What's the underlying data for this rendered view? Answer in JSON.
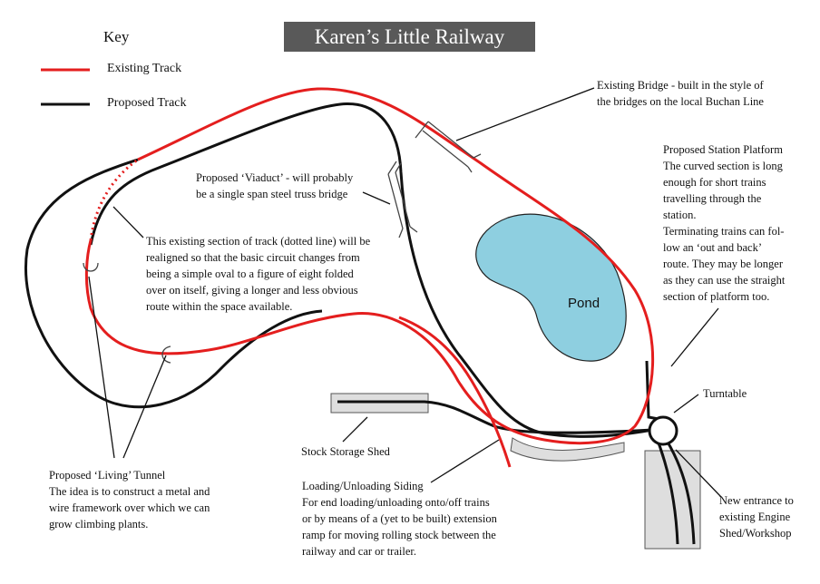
{
  "title": "Karen’s Little Railway",
  "key": {
    "heading": "Key",
    "existing": "Existing Track",
    "proposed": "Proposed Track"
  },
  "colors": {
    "existing_track": "#e41e1e",
    "proposed_track": "#111111",
    "pond_fill": "#8ecfe0",
    "building_fill": "#dedede",
    "title_bg": "#595959"
  },
  "labels": {
    "bridge": "Existing Bridge - built in the style of\nthe bridges on the local Buchan Line",
    "viaduct": "Proposed ‘Viaduct’ - will probably\nbe a single span steel truss bridge",
    "realign": "This existing section of track (dotted line) will be\nrealigned so that the basic circuit changes from\nbeing a simple oval to a figure of eight folded\nover on itself, giving a longer and less obvious\nroute within the space available.",
    "station": "Proposed Station Platform\nThe curved section is long\nenough for short trains\ntravelling through the\nstation.\nTerminating trains can fol-\nlow an ‘out and back’\nroute. They may be longer\nas they can use the straight\nsection of platform too.",
    "pond": "Pond",
    "turntable": "Turntable",
    "stock_shed": "Stock Storage Shed",
    "tunnel": "Proposed ‘Living’ Tunnel\nThe idea is to construct a metal and\nwire framework over which we can\ngrow climbing plants.",
    "siding": "Loading/Unloading Siding\nFor end loading/unloading onto/off trains\nor by means of a (yet to be built) extension\nramp for moving rolling stock between the\nrailway and car or trailer.",
    "engine_shed": "New entrance to\nexisting Engine\nShed/Workshop"
  }
}
